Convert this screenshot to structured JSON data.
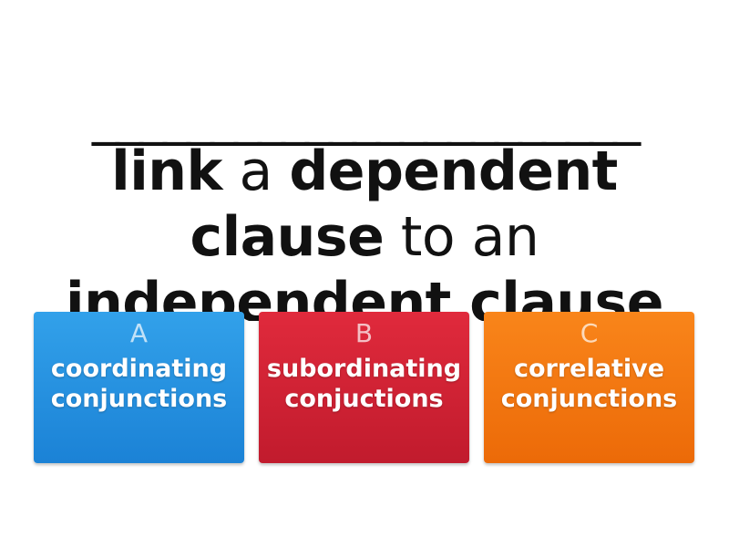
{
  "question": {
    "blank": "_______________________",
    "parts": [
      {
        "text": "link",
        "bold": true
      },
      {
        "text": " a ",
        "bold": false
      },
      {
        "text": "dependent",
        "bold": true
      },
      {
        "text": "clause",
        "bold": true
      },
      {
        "text": " to an",
        "bold": false
      },
      {
        "text": "independent clause",
        "bold": true
      }
    ]
  },
  "answers": [
    {
      "letter": "A",
      "text": "coordinating conjunctions",
      "color": "#2596e3"
    },
    {
      "letter": "B",
      "text": "subordinating conjuctions",
      "color": "#d32334"
    },
    {
      "letter": "C",
      "text": "correlative conjunctions",
      "color": "#f57a12"
    }
  ]
}
